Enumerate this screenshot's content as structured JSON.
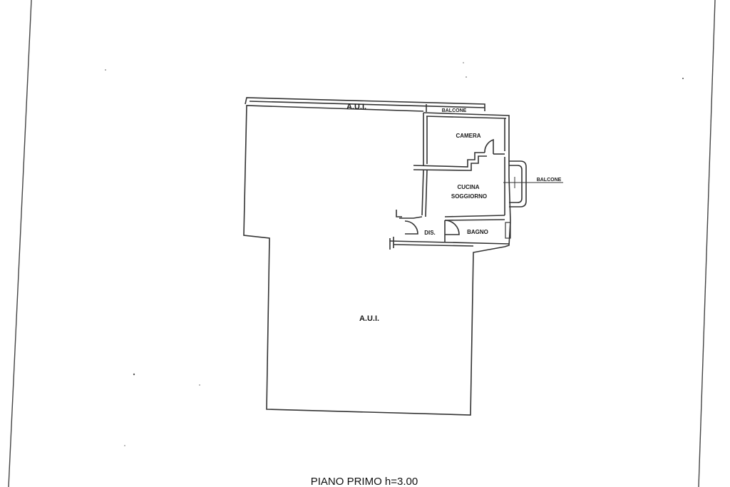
{
  "plan": {
    "rooms": {
      "aui_top": "A.U.I.",
      "balcone_top": "BALCONE",
      "camera": "CAMERA",
      "cucina_line1": "CUCINA",
      "cucina_line2": "SOGGIORNO",
      "balcone_right": "BALCONE",
      "dis": "DIS.",
      "bagno": "BAGNO",
      "aui_main": "A.U.I."
    },
    "caption": "PIANO PRIMO h=3.00"
  },
  "colors": {
    "ink": "#333333",
    "paper": "#ffffff"
  }
}
